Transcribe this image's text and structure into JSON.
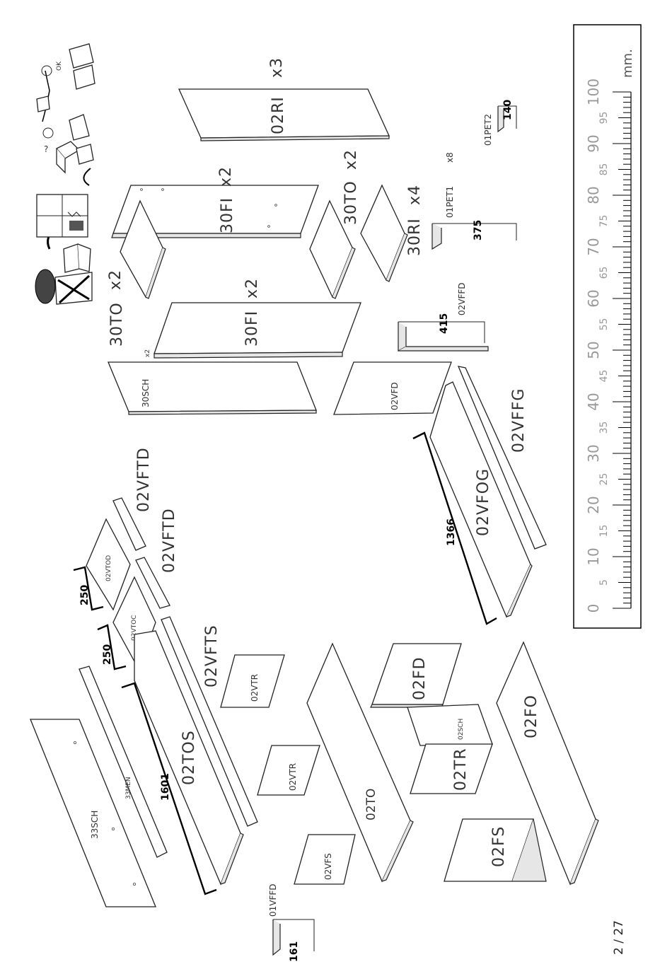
{
  "page": {
    "number": "2 / 27"
  },
  "ruler": {
    "unit": "mm.",
    "major_labels": [
      "0",
      "10",
      "20",
      "30",
      "40",
      "50",
      "60",
      "70",
      "80",
      "90",
      "100"
    ],
    "minor_labels": [
      "5",
      "15",
      "25",
      "35",
      "45",
      "55",
      "65",
      "75",
      "85",
      "95"
    ]
  },
  "icons": {
    "question": "?",
    "ok": "OK"
  },
  "parts": {
    "p_30TO_top": "30TO",
    "p_30TO_top_qty": "x2",
    "p_30FI_top": "30FI",
    "p_30FI_top_qty": "x2",
    "p_02RI": "02RI",
    "p_02RI_qty": "x3",
    "p_30TO_mid": "30TO",
    "p_30TO_mid_qty": "x2",
    "p_30RI": "30RI",
    "p_30RI_qty": "x4",
    "p_01PET1": "01PET1",
    "p_01PET1_qty": "x8",
    "p_01PET2": "01PET2",
    "p_30FI_mid": "30FI",
    "p_30FI_mid_qty": "x2",
    "p_30SCH": "30SCH",
    "p_30SCH_qty": "x2",
    "p_02VFFD_label": "02VFFD",
    "p_02VFD": "02VFD",
    "p_02VFFG": "02VFFG",
    "p_02VFOG": "02VFOG",
    "p_02VFTD_a": "02VFTD",
    "p_02VFTD_b": "02VFTD",
    "p_02VTOD": "02VTOD",
    "p_02VTOC": "02VTOC",
    "p_02VFTS": "02VFTS",
    "p_02VTR_a": "02VTR",
    "p_02VTR_b": "02VTR",
    "p_02TOS": "02TOS",
    "p_33MEN": "33MEN",
    "p_33SCH": "33SCH",
    "p_02TO": "02TO",
    "p_02VFS": "02VFS",
    "p_02FD": "02FD",
    "p_02SCH": "02SCH",
    "p_02TR": "02TR",
    "p_02FS": "02FS",
    "p_02FO": "02FO",
    "p_01VFFD": "01VFFD"
  },
  "dimensions": {
    "d_140": "140",
    "d_375": "375",
    "d_415": "415",
    "d_1366": "1366",
    "d_250_a": "250",
    "d_250_b": "250",
    "d_1601": "1601",
    "d_161": "161"
  }
}
